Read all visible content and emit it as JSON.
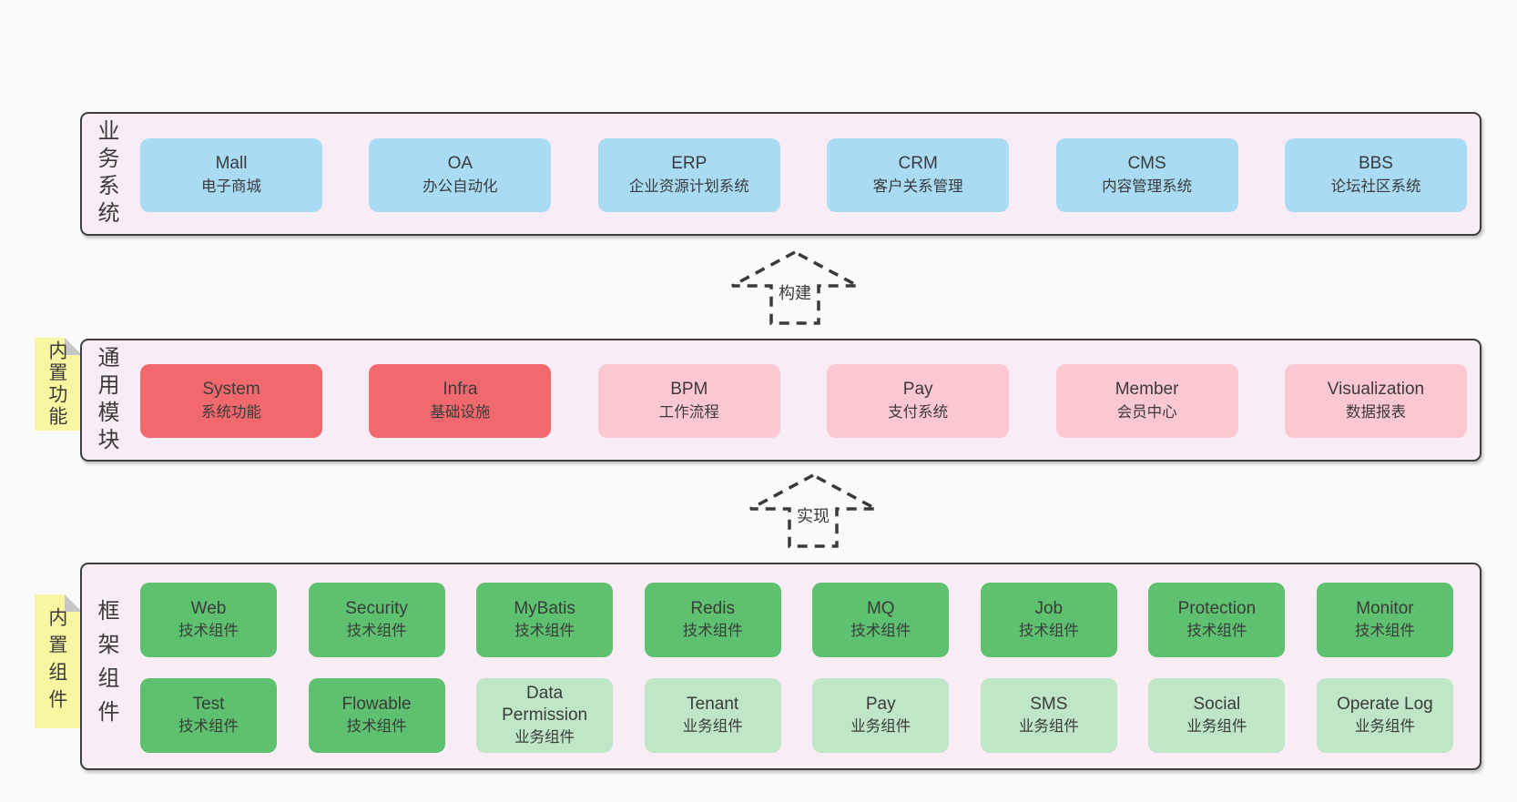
{
  "palette": {
    "page_bg": "#fafafa",
    "section_bg": "#f8edf5",
    "section_border": "#3d3d3d",
    "node_blue": "#a9dbf4",
    "node_red": "#f2696d",
    "node_pink": "#fbc8d2",
    "node_green": "#5dc170",
    "node_light_green": "#bfe7c7",
    "sticky_yellow": "#f8f6a0",
    "sticky_fold_gray": "#c6c6c6",
    "text": "#3b3b3b"
  },
  "stickies": {
    "features": "内置功能",
    "components": "内置组件"
  },
  "arrows": {
    "build": {
      "label": "构建"
    },
    "implement": {
      "label": "实现"
    }
  },
  "sections": {
    "business": {
      "label": "业务系统",
      "boxes": [
        {
          "title": "Mall",
          "subtitle": "电子商城"
        },
        {
          "title": "OA",
          "subtitle": "办公自动化"
        },
        {
          "title": "ERP",
          "subtitle": "企业资源计划系统"
        },
        {
          "title": "CRM",
          "subtitle": "客户关系管理"
        },
        {
          "title": "CMS",
          "subtitle": "内容管理系统"
        },
        {
          "title": "BBS",
          "subtitle": "论坛社区系统"
        }
      ]
    },
    "modules": {
      "label": "通用模块",
      "boxes": [
        {
          "title": "System",
          "subtitle": "系统功能"
        },
        {
          "title": "Infra",
          "subtitle": "基础设施"
        },
        {
          "title": "BPM",
          "subtitle": "工作流程"
        },
        {
          "title": "Pay",
          "subtitle": "支付系统"
        },
        {
          "title": "Member",
          "subtitle": "会员中心"
        },
        {
          "title": "Visualization",
          "subtitle": "数据报表"
        }
      ]
    },
    "framework": {
      "label": "框架组件",
      "row1": [
        {
          "title": "Web",
          "subtitle": "技术组件"
        },
        {
          "title": "Security",
          "subtitle": "技术组件"
        },
        {
          "title": "MyBatis",
          "subtitle": "技术组件"
        },
        {
          "title": "Redis",
          "subtitle": "技术组件"
        },
        {
          "title": "MQ",
          "subtitle": "技术组件"
        },
        {
          "title": "Job",
          "subtitle": "技术组件"
        },
        {
          "title": "Protection",
          "subtitle": "技术组件"
        },
        {
          "title": "Monitor",
          "subtitle": "技术组件"
        }
      ],
      "row2": [
        {
          "title": "Test",
          "subtitle": "技术组件"
        },
        {
          "title": "Flowable",
          "subtitle": "技术组件"
        },
        {
          "title": "Data Permission",
          "subtitle": "业务组件"
        },
        {
          "title": "Tenant",
          "subtitle": "业务组件"
        },
        {
          "title": "Pay",
          "subtitle": "业务组件"
        },
        {
          "title": "SMS",
          "subtitle": "业务组件"
        },
        {
          "title": "Social",
          "subtitle": "业务组件"
        },
        {
          "title": "Operate Log",
          "subtitle": "业务组件"
        }
      ]
    }
  }
}
